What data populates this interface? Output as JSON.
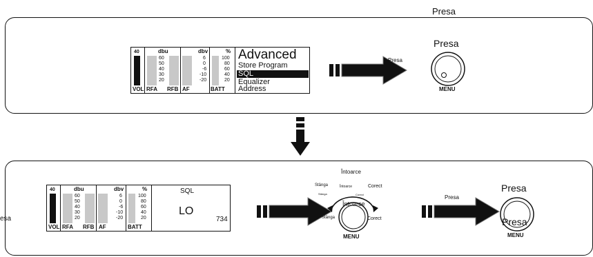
{
  "top_label": "Presa",
  "panel1": {
    "lcd": {
      "vol_top": "40",
      "dbu_header": "dbu",
      "dbu_scale": [
        "60",
        "50",
        "40",
        "30",
        "20"
      ],
      "dbv_header": "dbv",
      "dbv_scale": [
        "6",
        "0",
        "-6",
        "-10",
        "-20"
      ],
      "pct_header": "%",
      "pct_scale": [
        "100",
        "80",
        "60",
        "40",
        "20"
      ],
      "bottom_labels": {
        "vol": "VOL",
        "rfa": "RFA",
        "rfb": "RFB",
        "af": "AF",
        "batt": "BATT"
      },
      "menu_title": "Advanced",
      "menu_items": [
        "Store Program",
        "SQL",
        "Equalizer",
        "Address"
      ],
      "selected_index": 1
    },
    "arrow_label": "Presa",
    "knob_label": "Presa",
    "knob_menu": "MENU"
  },
  "panel2": {
    "lcd": {
      "vol_top": "40",
      "dbu_header": "dbu",
      "dbu_scale": [
        "60",
        "50",
        "40",
        "30",
        "20"
      ],
      "dbv_header": "dbv",
      "dbv_scale": [
        "6",
        "0",
        "-6",
        "-10",
        "-20"
      ],
      "pct_header": "%",
      "pct_scale": [
        "100",
        "80",
        "60",
        "40",
        "20"
      ],
      "bottom_labels": {
        "vol": "VOL",
        "rfa": "RFA",
        "rfb": "RFB",
        "af": "AF",
        "batt": "BATT"
      },
      "sql_title": "SQL",
      "sql_value": "LO",
      "sql_number": "734"
    },
    "left_cut_label": "esa",
    "rotate": {
      "top": "Întoarce",
      "left": "Stânga",
      "left_small": "Stânga",
      "inner_top": "Întoarce",
      "right_small": "Corect",
      "right": "Corect",
      "center": "Întoarce",
      "bottom_left": "Stânga",
      "bottom_right": "Corect",
      "menu": "MENU"
    },
    "arrow_label": "Presa",
    "knob_label": "Presa",
    "knob_overlay": "Presa",
    "knob_menu": "MENU"
  }
}
